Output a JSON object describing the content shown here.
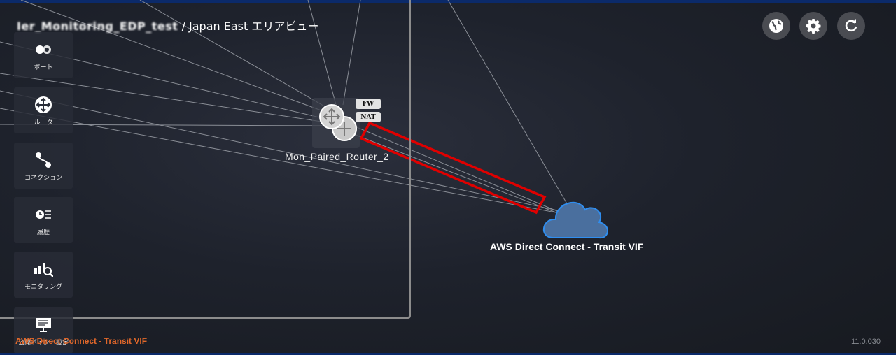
{
  "area": {
    "title_blurred": "Ier_Monitoring_EDP_test",
    "title_suffix": "/ Japan East エリアビュー"
  },
  "toolbar": {
    "items": [
      {
        "label": "ポート",
        "icon": "port-icon"
      },
      {
        "label": "ルータ",
        "icon": "router-icon"
      },
      {
        "label": "コネクション",
        "icon": "connection-icon"
      },
      {
        "label": "履歴",
        "icon": "history-icon"
      },
      {
        "label": "モニタリング",
        "icon": "monitoring-icon"
      },
      {
        "label": "公開ポイント設定",
        "icon": "public-point-icon"
      }
    ]
  },
  "router": {
    "name": "Mon_Paired_Router_2",
    "badges": [
      "FW",
      "NAT"
    ]
  },
  "cloud": {
    "label": "AWS Direct Connect - Transit VIF",
    "color": "#4a6f9e"
  },
  "header_buttons": [
    {
      "icon": "globe-icon"
    },
    {
      "icon": "gear-icon"
    },
    {
      "icon": "refresh-icon"
    }
  ],
  "footer": {
    "link": "AWS Direct Connect - Transit VIF",
    "version": "11.0.030"
  },
  "colors": {
    "highlight": "#e00000",
    "accent_link": "#e2682a",
    "top_bar": "#0b2a6a"
  }
}
